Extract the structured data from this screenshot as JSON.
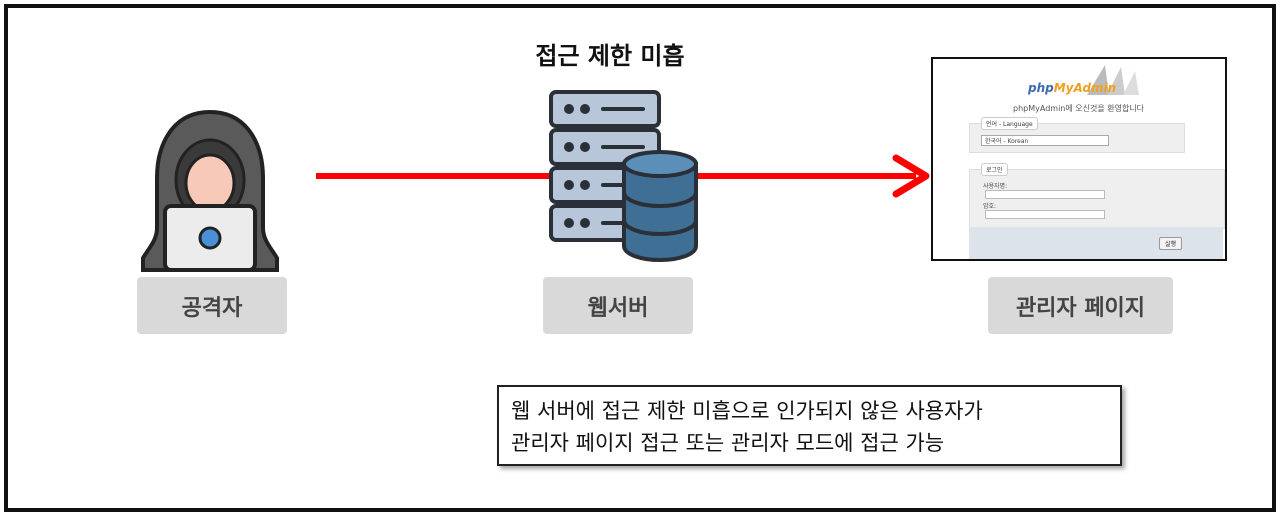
{
  "title": "접근 제한 미흡",
  "labels": {
    "attacker": "공격자",
    "webserver": "웹서버",
    "admin_page": "관리자 페이지"
  },
  "caption": {
    "line1": "웹 서버에 접근 제한 미흡으로 인가되지 않은 사용자가",
    "line2": "관리자 페이지 접근 또는 관리자 모드에 접근 가능"
  },
  "pma": {
    "logo_php": "php",
    "logo_my": "MyAdmin",
    "welcome": "phpMyAdmin에 오신것을 환영합니다",
    "language_legend": "언어 - Language",
    "language_value": "한국어 - Korean",
    "login_legend": "로그인",
    "username_label": "사용자명:",
    "password_label": "암호:",
    "submit_label": "실행"
  },
  "colors": {
    "arrow": "#ff0000",
    "hood": "#5a5a5a",
    "face": "#f6c9b8",
    "server_body": "#b7c7d9",
    "database": "#3f6f94",
    "label_bg": "#d9d9d9"
  },
  "icons": [
    "hacker-icon",
    "server-icon",
    "database-icon",
    "arrow-icon"
  ]
}
